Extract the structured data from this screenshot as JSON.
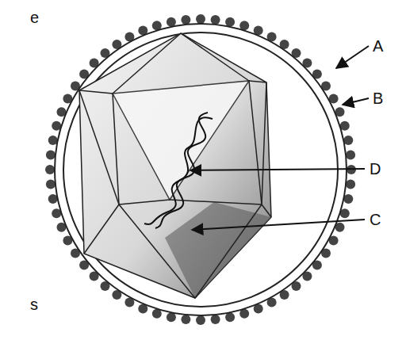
{
  "diagram": {
    "labels": [
      "e",
      "A",
      "B",
      "D",
      "C",
      "s"
    ]
  }
}
